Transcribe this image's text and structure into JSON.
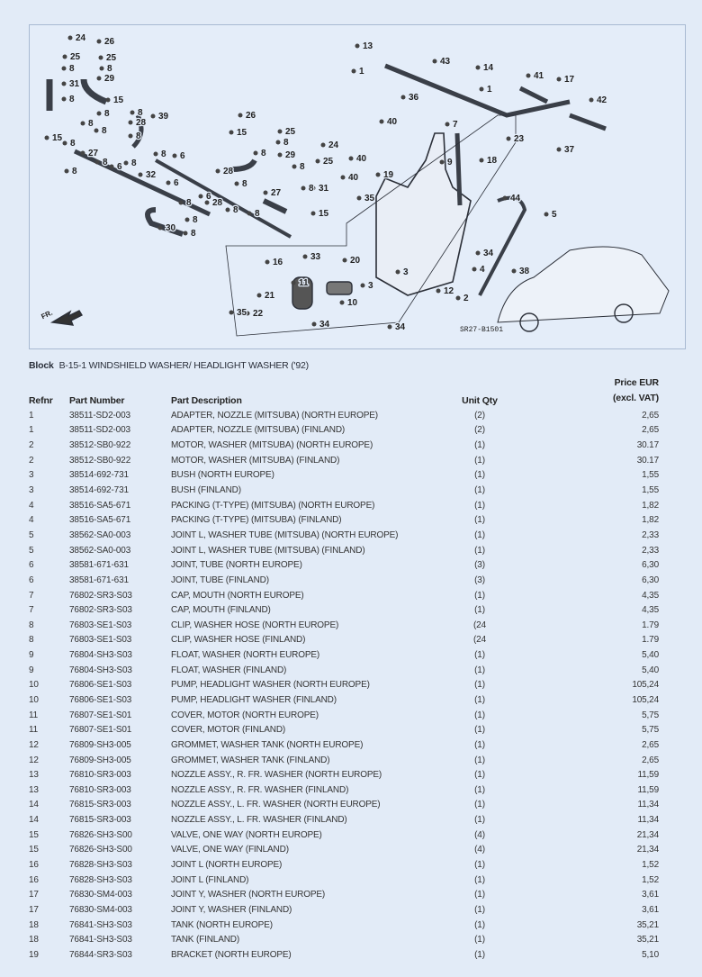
{
  "diagram": {
    "code": "SR27-B1501",
    "front_label": "FR.",
    "callouts": [
      "24",
      "26",
      "25",
      "25",
      "8",
      "8",
      "29",
      "31",
      "8",
      "15",
      "8",
      "8",
      "39",
      "28",
      "15",
      "8",
      "8",
      "27",
      "8",
      "6",
      "8",
      "32",
      "8",
      "6",
      "30",
      "8",
      "8",
      "28",
      "26",
      "25",
      "15",
      "8",
      "29",
      "24",
      "25",
      "28",
      "8",
      "27",
      "8",
      "31",
      "15",
      "13",
      "1",
      "43",
      "36",
      "14",
      "1",
      "41",
      "17",
      "42",
      "40",
      "7",
      "23",
      "9",
      "18",
      "40",
      "37",
      "19",
      "40",
      "35",
      "5",
      "44",
      "34",
      "38",
      "4",
      "2",
      "12",
      "20",
      "33",
      "16",
      "3",
      "11",
      "10",
      "21",
      "35",
      "22",
      "34",
      "34",
      "8",
      "8",
      "8",
      "8",
      "6",
      "8",
      "8",
      "8",
      "6",
      "8",
      "3"
    ]
  },
  "block": {
    "label": "Block",
    "title": "B-15-1 WINDSHIELD WASHER/ HEADLIGHT WASHER ('92)"
  },
  "table": {
    "headers": {
      "refnr": "Refnr",
      "part_number": "Part Number",
      "description": "Part Description",
      "qty": "Unit Qty",
      "price_line1": "Price EUR",
      "price_line2": "(excl. VAT)"
    },
    "rows": [
      [
        "1",
        "38511-SD2-003",
        "ADAPTER, NOZZLE (MITSUBA) (NORTH EUROPE)",
        "(2)",
        "2,65"
      ],
      [
        "1",
        "38511-SD2-003",
        "ADAPTER, NOZZLE (MITSUBA) (FINLAND)",
        "(2)",
        "2,65"
      ],
      [
        "2",
        "38512-SB0-922",
        "MOTOR, WASHER (MITSUBA) (NORTH EUROPE)",
        "(1)",
        "30.17"
      ],
      [
        "2",
        "38512-SB0-922",
        "MOTOR, WASHER (MITSUBA) (FINLAND)",
        "(1)",
        "30.17"
      ],
      [
        "3",
        "38514-692-731",
        "BUSH (NORTH EUROPE)",
        "(1)",
        "1,55"
      ],
      [
        "3",
        "38514-692-731",
        "BUSH (FINLAND)",
        "(1)",
        "1,55"
      ],
      [
        "4",
        "38516-SA5-671",
        "PACKING (T-TYPE) (MITSUBA) (NORTH EUROPE)",
        "(1)",
        "1,82"
      ],
      [
        "4",
        "38516-SA5-671",
        "PACKING (T-TYPE) (MITSUBA) (FINLAND)",
        "(1)",
        "1,82"
      ],
      [
        "5",
        "38562-SA0-003",
        "JOINT L, WASHER TUBE (MITSUBA) (NORTH EUROPE)",
        "(1)",
        "2,33"
      ],
      [
        "5",
        "38562-SA0-003",
        "JOINT L, WASHER TUBE (MITSUBA) (FINLAND)",
        "(1)",
        "2,33"
      ],
      [
        "6",
        "38581-671-631",
        "JOINT, TUBE (NORTH EUROPE)",
        "(3)",
        "6,30"
      ],
      [
        "6",
        "38581-671-631",
        "JOINT, TUBE (FINLAND)",
        "(3)",
        "6,30"
      ],
      [
        "7",
        "76802-SR3-S03",
        "CAP, MOUTH (NORTH EUROPE)",
        "(1)",
        "4,35"
      ],
      [
        "7",
        "76802-SR3-S03",
        "CAP, MOUTH (FINLAND)",
        "(1)",
        "4,35"
      ],
      [
        "8",
        "76803-SE1-S03",
        "CLIP, WASHER HOSE (NORTH EUROPE)",
        "(24",
        "1.79"
      ],
      [
        "8",
        "76803-SE1-S03",
        "CLIP, WASHER HOSE (FINLAND)",
        "(24",
        "1.79"
      ],
      [
        "9",
        "76804-SH3-S03",
        "FLOAT, WASHER (NORTH EUROPE)",
        "(1)",
        "5,40"
      ],
      [
        "9",
        "76804-SH3-S03",
        "FLOAT, WASHER (FINLAND)",
        "(1)",
        "5,40"
      ],
      [
        "10",
        "76806-SE1-S03",
        "PUMP, HEADLIGHT WASHER (NORTH EUROPE)",
        "(1)",
        "105,24"
      ],
      [
        "10",
        "76806-SE1-S03",
        "PUMP, HEADLIGHT WASHER (FINLAND)",
        "(1)",
        "105,24"
      ],
      [
        "11",
        "76807-SE1-S01",
        "COVER, MOTOR (NORTH EUROPE)",
        "(1)",
        "5,75"
      ],
      [
        "11",
        "76807-SE1-S01",
        "COVER, MOTOR (FINLAND)",
        "(1)",
        "5,75"
      ],
      [
        "12",
        "76809-SH3-005",
        "GROMMET, WASHER TANK (NORTH EUROPE)",
        "(1)",
        "2,65"
      ],
      [
        "12",
        "76809-SH3-005",
        "GROMMET, WASHER TANK (FINLAND)",
        "(1)",
        "2,65"
      ],
      [
        "13",
        "76810-SR3-003",
        "NOZZLE ASSY., R. FR. WASHER (NORTH EUROPE)",
        "(1)",
        "11,59"
      ],
      [
        "13",
        "76810-SR3-003",
        "NOZZLE ASSY., R. FR. WASHER (FINLAND)",
        "(1)",
        "11,59"
      ],
      [
        "14",
        "76815-SR3-003",
        "NOZZLE ASSY., L. FR. WASHER (NORTH EUROPE)",
        "(1)",
        "11,34"
      ],
      [
        "14",
        "76815-SR3-003",
        "NOZZLE ASSY., L. FR. WASHER (FINLAND)",
        "(1)",
        "11,34"
      ],
      [
        "15",
        "76826-SH3-S00",
        "VALVE, ONE WAY (NORTH EUROPE)",
        "(4)",
        "21,34"
      ],
      [
        "15",
        "76826-SH3-S00",
        "VALVE, ONE WAY (FINLAND)",
        "(4)",
        "21,34"
      ],
      [
        "16",
        "76828-SH3-S03",
        "JOINT L (NORTH EUROPE)",
        "(1)",
        "1,52"
      ],
      [
        "16",
        "76828-SH3-S03",
        "JOINT L (FINLAND)",
        "(1)",
        "1,52"
      ],
      [
        "17",
        "76830-SM4-003",
        "JOINT Y, WASHER (NORTH EUROPE)",
        "(1)",
        "3,61"
      ],
      [
        "17",
        "76830-SM4-003",
        "JOINT Y, WASHER (FINLAND)",
        "(1)",
        "3,61"
      ],
      [
        "18",
        "76841-SH3-S03",
        "TANK (NORTH EUROPE)",
        "(1)",
        "35,21"
      ],
      [
        "18",
        "76841-SH3-S03",
        "TANK (FINLAND)",
        "(1)",
        "35,21"
      ],
      [
        "19",
        "76844-SR3-S03",
        "BRACKET (NORTH EUROPE)",
        "(1)",
        "5,10"
      ]
    ]
  }
}
